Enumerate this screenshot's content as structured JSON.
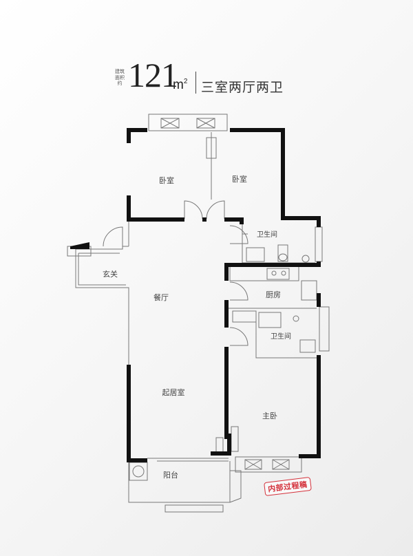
{
  "header": {
    "area_caption": "建筑面积约",
    "area_value": "121",
    "area_unit": "m",
    "area_unit_sup": "2",
    "layout_type": "三室两厅两卫"
  },
  "rooms": {
    "bedroom_1": "卧室",
    "bedroom_2": "卧室",
    "bathroom_1": "卫生间",
    "entrance": "玄关",
    "dining": "餐厅",
    "kitchen": "厨房",
    "bathroom_2": "卫生间",
    "living": "起居室",
    "master_bedroom": "主卧",
    "balcony": "阳台"
  },
  "stamp": "内部过程稿",
  "colors": {
    "wall": "#111111",
    "thin_wall": "#777777",
    "stamp": "#d4303a",
    "background": "#f4f4f4"
  }
}
